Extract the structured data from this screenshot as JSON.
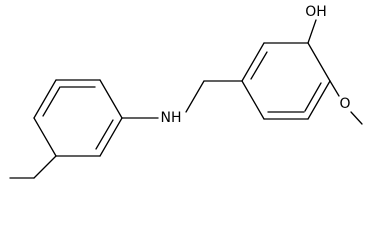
{
  "molecule": {
    "labels": {
      "amine": "NH",
      "hydroxyl": "OH",
      "methoxy_oxygen": "O"
    }
  }
}
